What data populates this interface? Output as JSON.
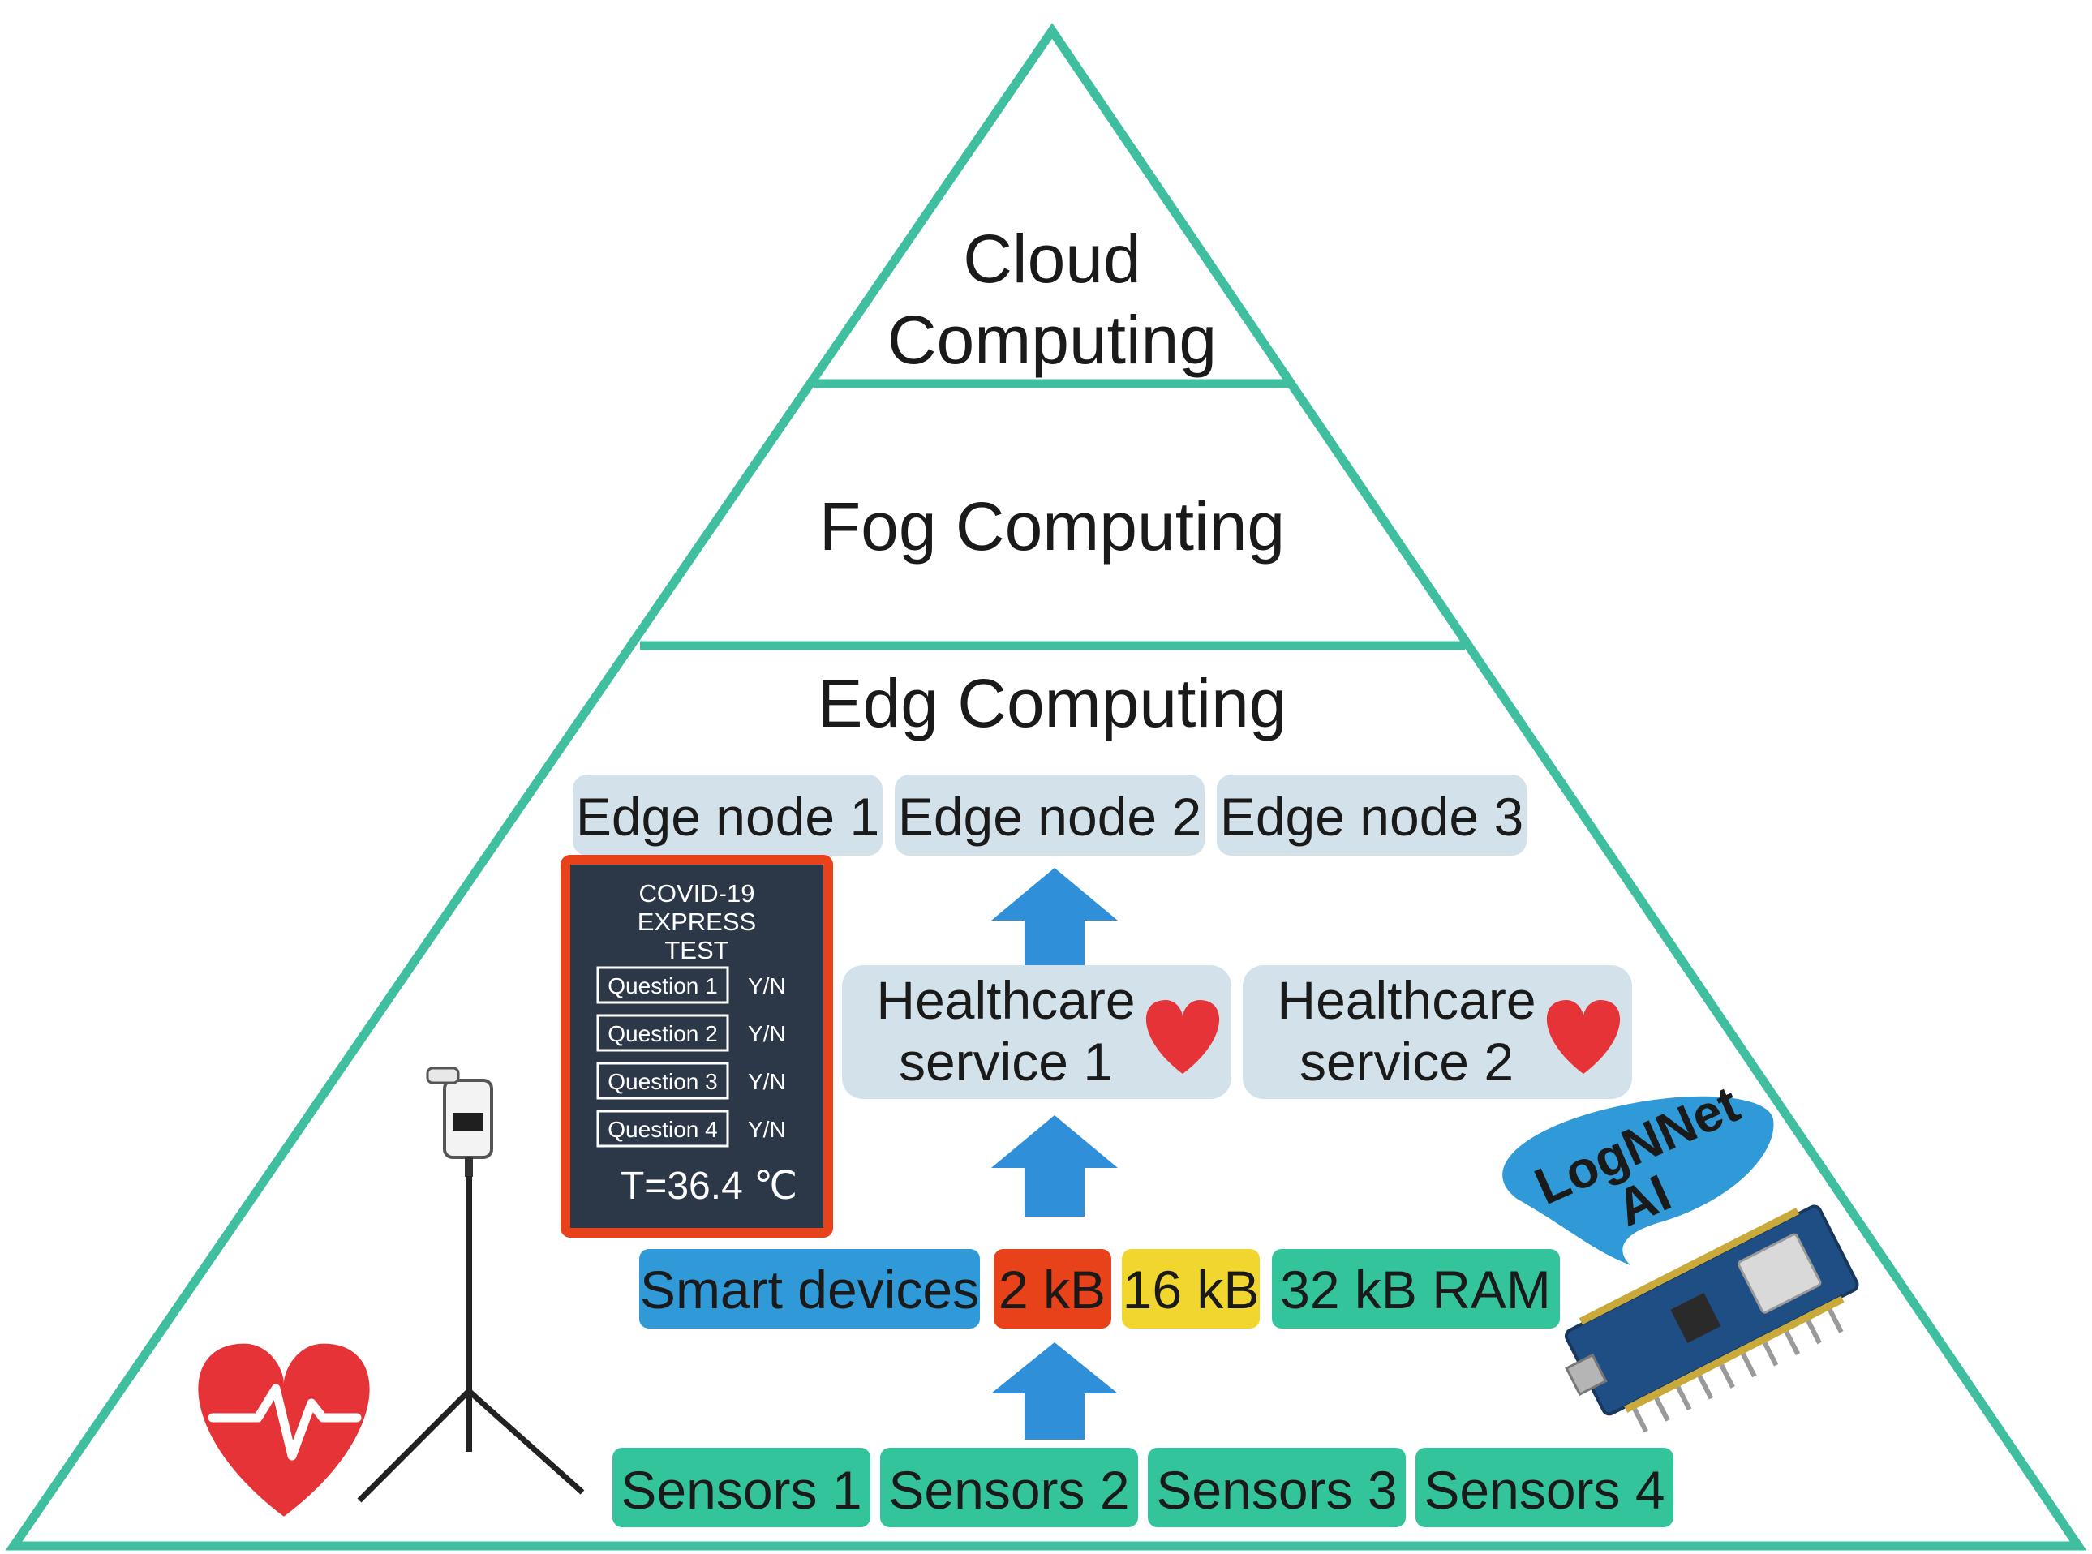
{
  "diagram": {
    "layers": {
      "cloud": [
        "Cloud",
        "Computing"
      ],
      "fog": "Fog Computing",
      "edge": "Edg Computing"
    },
    "edge_nodes": [
      "Edge node 1",
      "Edge node 2",
      "Edge node 3"
    ],
    "services": [
      {
        "line1": "Healthcare",
        "line2": "service 1"
      },
      {
        "line1": "Healthcare",
        "line2": "service 2"
      }
    ],
    "memory_row": {
      "devices": "Smart devices",
      "mem1": "2 kB",
      "mem2": "16 kB",
      "mem3": "32 kB RAM"
    },
    "sensors": [
      "Sensors 1",
      "Sensors 2",
      "Sensors 3",
      "Sensors 4"
    ],
    "covid_panel": {
      "title": [
        "COVID-19",
        "EXPRESS",
        "TEST"
      ],
      "questions": [
        "Question 1",
        "Question 2",
        "Question 3",
        "Question 4"
      ],
      "answer": "Y/N",
      "temperature": "T=36.4 ℃"
    },
    "badge": {
      "line1": "LogNNet",
      "line2": "AI"
    },
    "colors": {
      "outline": "#3fbf9f",
      "node_bg": "#d3e1ea",
      "smart_devices": "#2f9ad7",
      "mem_2kb": "#e8421b",
      "mem_16kb": "#f2d630",
      "mem_32kb": "#34c49c",
      "sensor_bg": "#34c49c",
      "arrow": "#2f8fd8",
      "heart": "#e53338",
      "panel_bg": "#2c3748",
      "panel_border": "#e8421b"
    },
    "icons": [
      "heartbeat-icon",
      "thermometer-stand-icon",
      "microcontroller-board-icon",
      "heart-icon",
      "arrow-up-icon"
    ]
  }
}
